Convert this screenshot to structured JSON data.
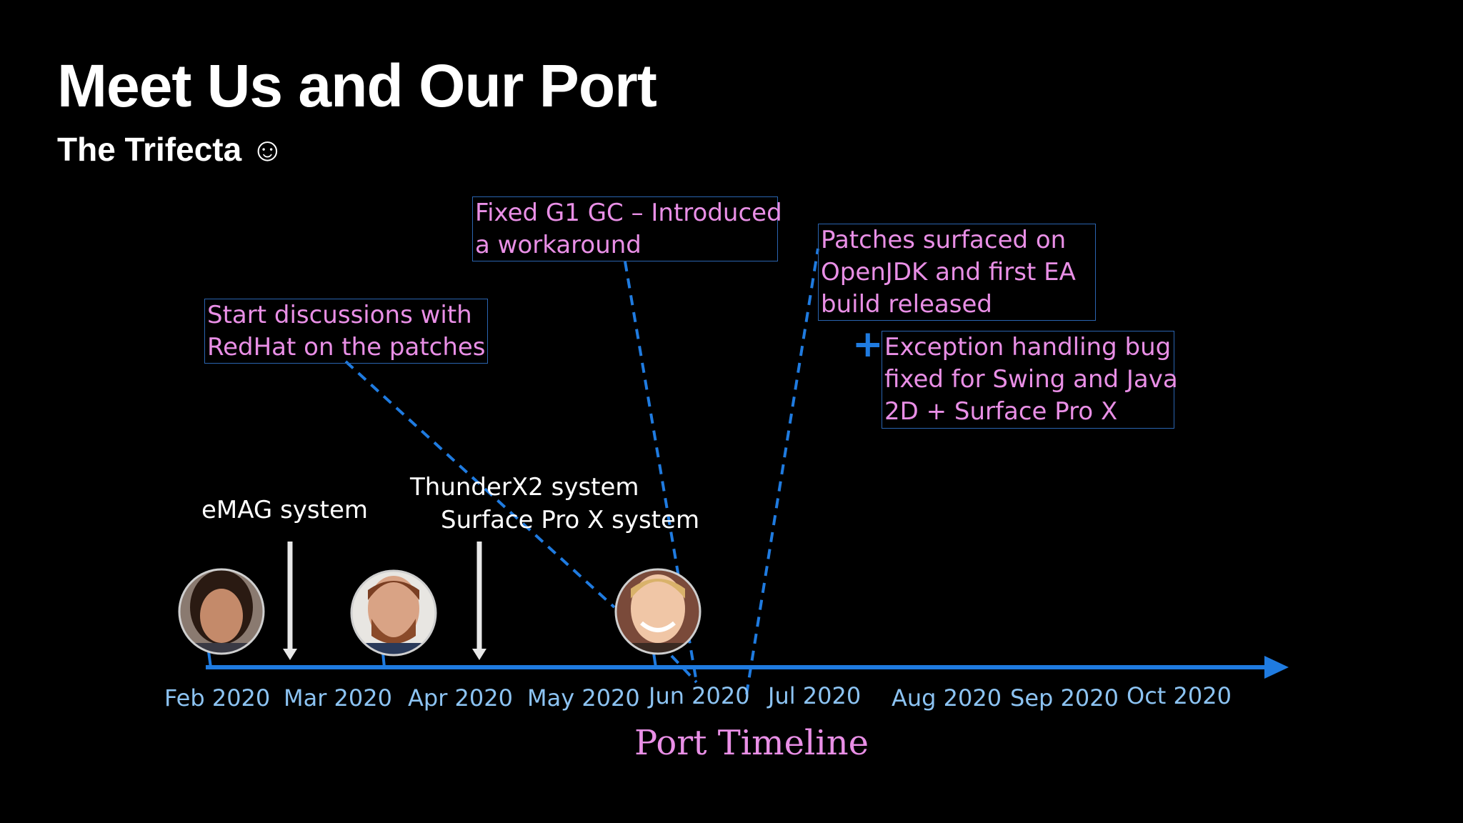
{
  "slide": {
    "title": "Meet Us and Our Port",
    "subtitle": "The Trifecta ☺"
  },
  "annotations": [
    {
      "lines": [
        "Start discussions with",
        "RedHat on the patches"
      ]
    },
    {
      "lines": [
        "Fixed G1 GC – Introduced",
        "a workaround"
      ]
    },
    {
      "lines": [
        "Patches surfaced on",
        "OpenJDK and first EA",
        "build released"
      ]
    },
    {
      "lines": [
        "Exception handling bug",
        "fixed for Swing and Java",
        "2D + Surface Pro X"
      ]
    }
  ],
  "plus_symbol": "+",
  "systems": [
    "eMAG system",
    "ThunderX2 system",
    "Surface Pro X system"
  ],
  "timeline": {
    "months": [
      "Feb 2020",
      "Mar 2020",
      "Apr 2020",
      "May 2020",
      "Jun 2020",
      "Jul 2020",
      "Aug 2020",
      "Sep 2020",
      "Oct 2020"
    ],
    "caption": "Port Timeline"
  },
  "avatars": [
    {
      "name": "avatar-person-1",
      "skin": "#c48a6a",
      "hair": "#2a1a12",
      "bg": "#8a7a70"
    },
    {
      "name": "avatar-person-2",
      "skin": "#d9a385",
      "hair": "#7a3e22",
      "bg": "#e8e6e2"
    },
    {
      "name": "avatar-person-3",
      "skin": "#f0c6a6",
      "hair": "#d9b26a",
      "bg": "#7a4a3a"
    }
  ],
  "colors": {
    "background": "#000000",
    "axis": "#1f7be0",
    "annotation_text": "#e98fe6",
    "annotation_border": "#2a64b0",
    "month_label": "#8cc3f2",
    "marker_arrow": "#e8e8e8"
  }
}
